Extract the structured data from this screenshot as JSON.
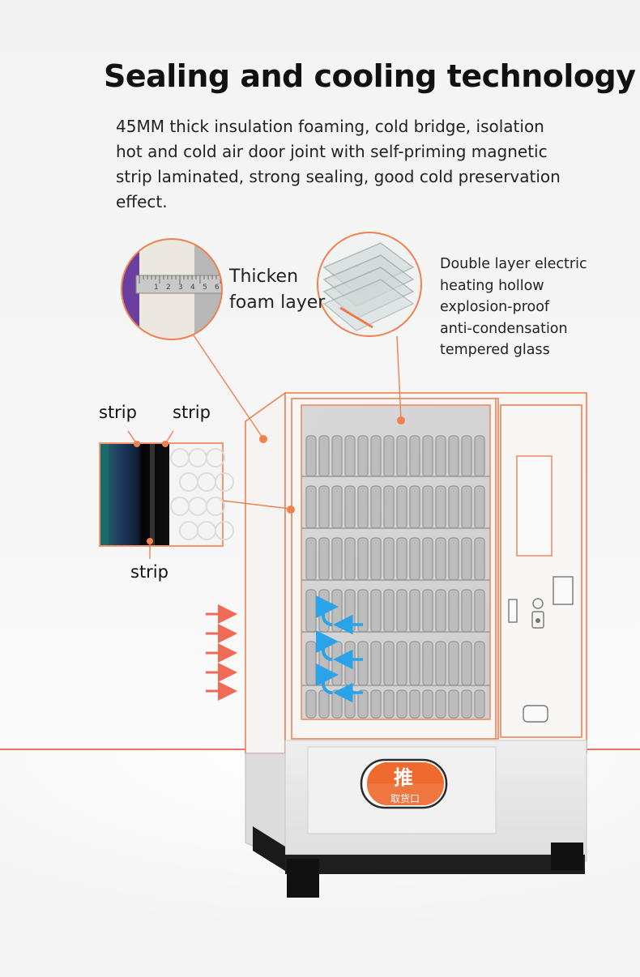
{
  "heading": {
    "title": "Sealing and cooling technology",
    "description": [
      "45MM thick insulation foaming, cold bridge, isolation",
      "hot and cold air door joint with self-priming magnetic",
      "strip laminated, strong sealing, good cold preservation",
      "effect."
    ]
  },
  "callouts": {
    "foam": [
      "Thicken",
      "foam layer"
    ],
    "glass": [
      "Double layer electric",
      "heating hollow",
      "explosion-proof",
      "anti-condensation",
      "tempered glass"
    ],
    "strip_left": "strip",
    "strip_right": "strip",
    "strip_bottom": "strip"
  },
  "ruler_marks": [
    "1",
    "2",
    "3",
    "4",
    "5",
    "6"
  ],
  "pickup_door": {
    "big_char": "推",
    "small_text": "取货口"
  },
  "colors": {
    "accent_orange": "#f0804f",
    "cold_blue": "#2aa3e8",
    "cabinet_white": "#e9e9e9"
  },
  "icons": [
    "ruler-icon",
    "glass-pane-icon",
    "airflow-arrow-icon",
    "heat-arrow-icon",
    "coin-slot-icon",
    "bill-acceptor-icon"
  ]
}
